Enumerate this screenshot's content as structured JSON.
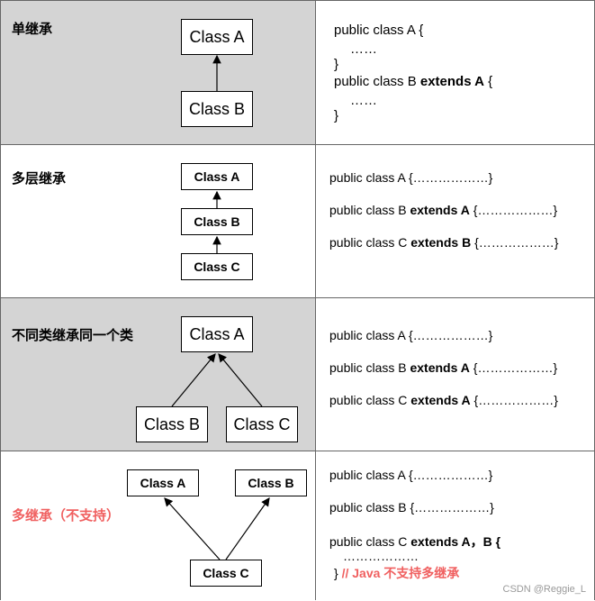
{
  "rows": [
    {
      "title": "单继承",
      "boxes": [
        "Class A",
        "Class B"
      ],
      "code": [
        "public class A {",
        "……",
        "}",
        "public class B ",
        "extends A",
        " {",
        "……",
        "}"
      ]
    },
    {
      "title": "多层继承",
      "boxes": [
        "Class A",
        "Class B",
        "Class C"
      ],
      "code": [
        "public class A {………………}",
        "public class B ",
        "extends A",
        " {………………}",
        "public class C ",
        "extends B",
        " {………………}"
      ]
    },
    {
      "title": "不同类继承同一个类",
      "boxes": [
        "Class A",
        "Class B",
        "Class C"
      ],
      "code": [
        "public class A {………………}",
        "public class B ",
        "extends A",
        " {………………}",
        "public class C ",
        "extends A",
        " {………………}"
      ]
    },
    {
      "title": "多继承（不支持）",
      "boxes": [
        "Class A",
        "Class B",
        "Class C"
      ],
      "code": [
        "public class A {………………}",
        "public class B {………………}",
        "public class C ",
        "extends A，B {",
        "………………",
        "}",
        " // Java 不支持多继承"
      ]
    }
  ],
  "colors": {
    "gray_bg": "#d4d4d4",
    "warning_red": "#f06060"
  },
  "watermark": "CSDN @Reggie_L"
}
